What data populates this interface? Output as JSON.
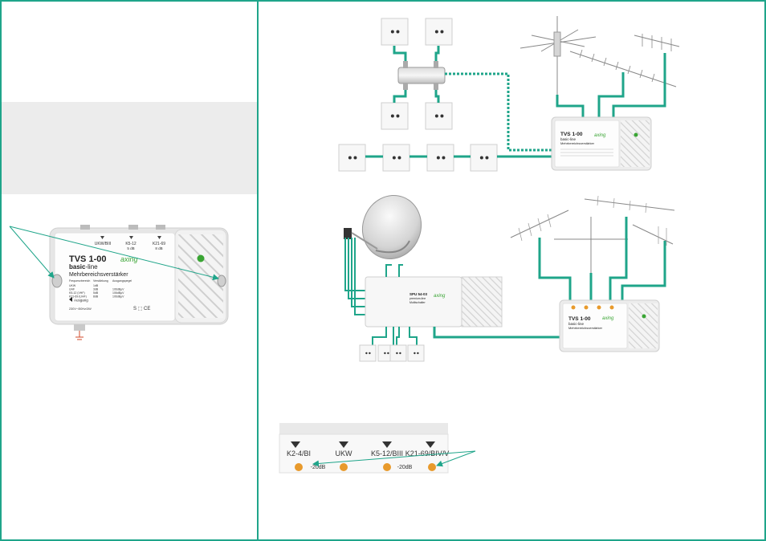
{
  "device": {
    "model": "TVS 1-00",
    "line_bold": "basic",
    "line_suffix": "-line",
    "description": "Mehrbereichsverstärker",
    "inputs": [
      "UKW/BIII",
      "K5-12",
      "K21-69"
    ],
    "inputs_sub": [
      "",
      "5 dB",
      "8 dB"
    ],
    "brand": "axing",
    "output_label": "Ausgang",
    "power": "230V~/50Hz/3W",
    "table_headers": [
      "Frequenzbereich",
      "Verstärkung",
      "Ausgangspegel"
    ],
    "table_rows": [
      [
        "UKW",
        "1dB",
        ""
      ],
      [
        "UHF",
        "3dB",
        "106dBµV"
      ],
      [
        "K5-12 (VHF)",
        "5dB",
        "106dBµV"
      ],
      [
        "K21-69 (UHF)",
        "8dB",
        "106dBµV"
      ]
    ]
  },
  "small_device": {
    "model": "TVS 1-00",
    "line": "basic-line",
    "description": "Mehrbereichsverstärker",
    "brand": "axing"
  },
  "multiswitch": {
    "model": "SPU 54-03",
    "line": "premium-line",
    "description": "Multischalter",
    "brand": "axing"
  },
  "bottom_panel": {
    "labels": [
      "K2-4/BI",
      "UKW",
      "K5-12/BIII",
      "K21-69/BIV/V"
    ],
    "attenuation": [
      "-20dB",
      "-20dB"
    ]
  },
  "colors": {
    "frame": "#1fa58a",
    "cable": "#1fa58a",
    "grey_band": "#ececec",
    "arrow": "#1fa58a",
    "led": "#3aa534",
    "knob": "#e89a2c"
  }
}
